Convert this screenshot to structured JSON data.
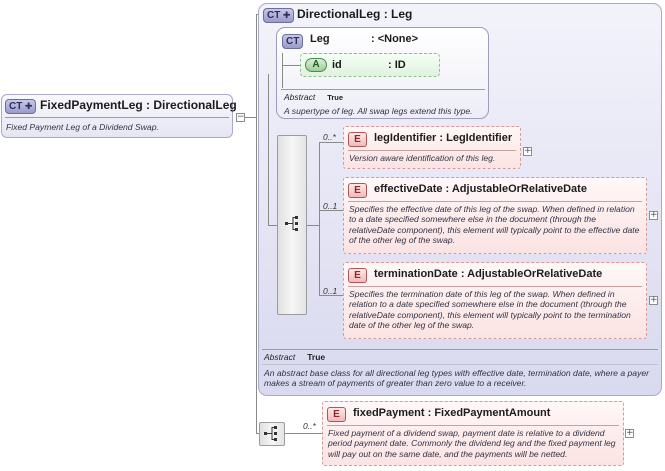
{
  "root": {
    "badge": "CT",
    "name": "FixedPaymentLeg",
    "type": ": DirectionalLeg",
    "description": "Fixed Payment Leg of a Dividend Swap."
  },
  "directional_leg": {
    "badge": "CT",
    "name": "DirectionalLeg",
    "type": ": Leg",
    "abstract_label": "Abstract",
    "abstract_value": "True",
    "description": "An abstract base class for all directional leg types with effective date, termination date, where a payer makes a stream of payments of greater than zero value to a receiver."
  },
  "leg": {
    "badge": "CT",
    "name": "Leg",
    "type": ": <None>",
    "abstract_label": "Abstract",
    "abstract_value": "True",
    "description": "A supertype of leg. All swap legs extend this type."
  },
  "attribute": {
    "badge": "A",
    "name": "id",
    "type": ": ID"
  },
  "elements": [
    {
      "badge": "E",
      "name": "legIdentifier",
      "type": ": LegIdentifier",
      "occurrence": "0..*",
      "description": "Version aware identification of this leg."
    },
    {
      "badge": "E",
      "name": "effectiveDate",
      "type": ": AdjustableOrRelativeDate",
      "occurrence": "0..1",
      "description": "Specifies the effective date of this leg of the swap. When defined in relation to a date specified somewhere else in the document (through the relativeDate component), this element will typically point to the effective date of the other leg of the swap."
    },
    {
      "badge": "E",
      "name": "terminationDate",
      "type": ": AdjustableOrRelativeDate",
      "occurrence": "0..1",
      "description": "Specifies the termination date of this leg of the swap. When defined in relation to a date specified somewhere else in the document (through the relativeDate component), this element will typically point to the termination date of the other leg of the swap."
    },
    {
      "badge": "E",
      "name": "fixedPayment",
      "type": ": FixedPaymentAmount",
      "occurrence": "0..*",
      "description": "Fixed payment of a dividend swap, payment date is relative to a dividend period payment date. Commonly the dividend leg and the fixed payment leg will pay out on the same date, and the payments will be netted."
    }
  ],
  "icons": {
    "expand": "+",
    "collapse": "−"
  }
}
